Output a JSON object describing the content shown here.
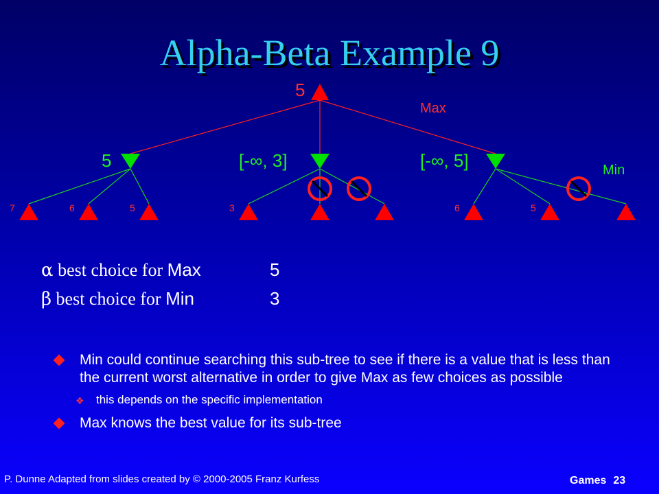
{
  "title": "Alpha-Beta Example 9",
  "tree": {
    "root_value": "5",
    "max_label": "Max",
    "min_label": "Min",
    "min_nodes": [
      {
        "label": "5"
      },
      {
        "label": "[-∞, 3]"
      },
      {
        "label": "[-∞, 5]"
      }
    ],
    "leaves": [
      "7",
      "6",
      "5",
      "3",
      "",
      "",
      "6",
      "5",
      ""
    ],
    "pruned_count": 3,
    "colors": {
      "max_node": "#ff0000",
      "min_node": "#00e000",
      "edge_max": "#ff2020",
      "edge_min": "#20d020",
      "prune": "#ff2020",
      "label_red": "#ff3030",
      "label_green": "#22ee22"
    }
  },
  "alpha_beta": {
    "alpha_symbol": "α",
    "alpha_text": " best choice for ",
    "alpha_player": "Max",
    "alpha_value": "5",
    "beta_symbol": "β",
    "beta_text": " best choice for ",
    "beta_player": "Min",
    "beta_value": "3"
  },
  "bullets": {
    "b1": "Min could continue searching this sub-tree to see if there is a value that is less than the current worst alternative in order to give Max as few choices as possible",
    "b1_sub": "this depends on the specific implementation",
    "b2": "Max knows the best value for its sub-tree"
  },
  "footer": {
    "left": "P. Dunne  Adapted from slides created by © 2000-2005 Franz Kurfess",
    "section": "Games",
    "page": "23"
  }
}
